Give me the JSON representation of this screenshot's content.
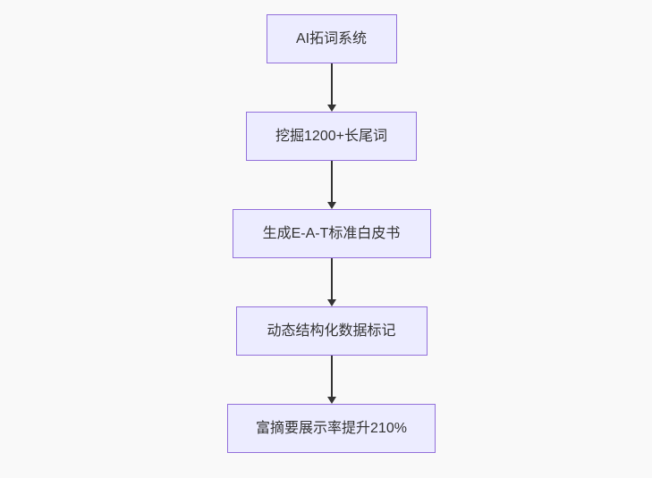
{
  "flowchart": {
    "nodes": [
      {
        "label": "AI拓词系统"
      },
      {
        "label": "挖掘1200+长尾词"
      },
      {
        "label": "生成E-A-T标准白皮书"
      },
      {
        "label": "动态结构化数据标记"
      },
      {
        "label": "富摘要展示率提升210%"
      }
    ],
    "colors": {
      "node_fill": "#ECECFF",
      "node_border": "#9370DB",
      "arrow": "#333333",
      "text": "#333333",
      "background": "#f9f9f9"
    }
  }
}
